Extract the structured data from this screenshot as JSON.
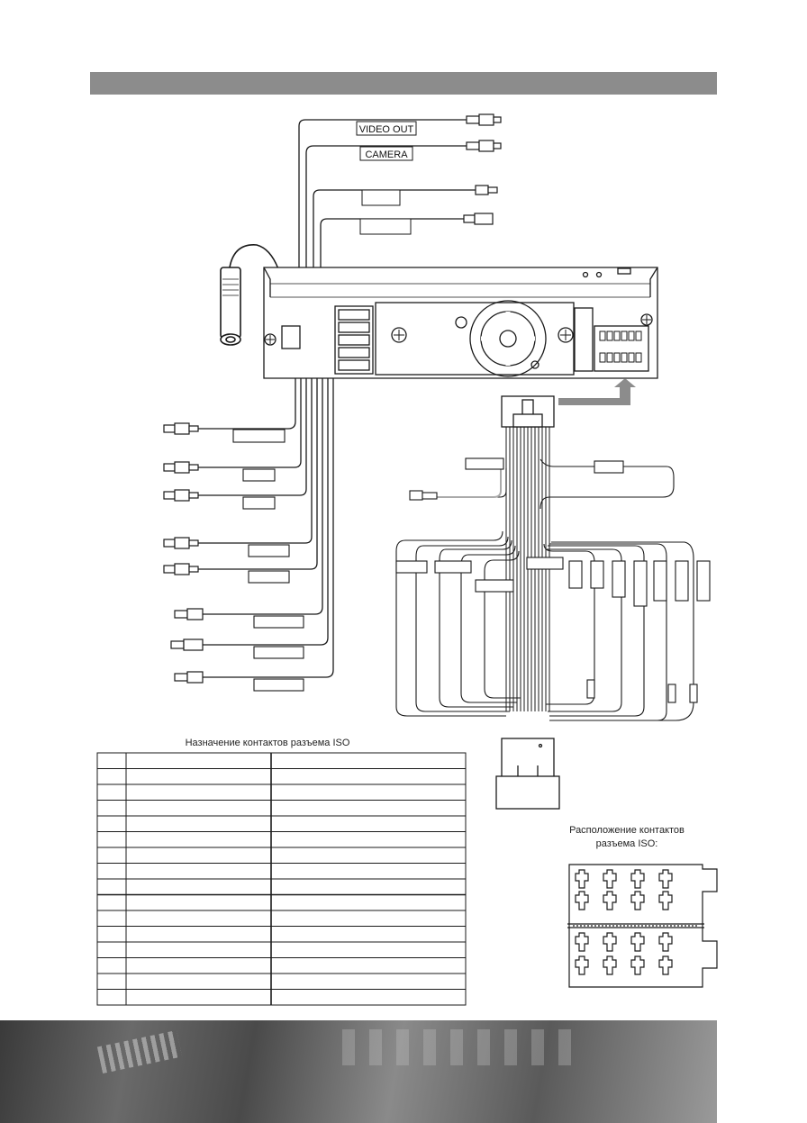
{
  "header": {
    "bar_color": "#8c8c8c",
    "title": ""
  },
  "labels": {
    "video_out": "VIDEO OUT",
    "camera": "CAMERA"
  },
  "iso_table": {
    "title": "Назначение контактов разъема ISO",
    "row_count": 16
  },
  "iso_layout": {
    "title_line1": "Расположение контактов",
    "title_line2": "разъема ISO:"
  },
  "colors": {
    "line": "#1a1a1a",
    "arrow": "#8c8c8c",
    "footer": "#5a5a5a"
  }
}
